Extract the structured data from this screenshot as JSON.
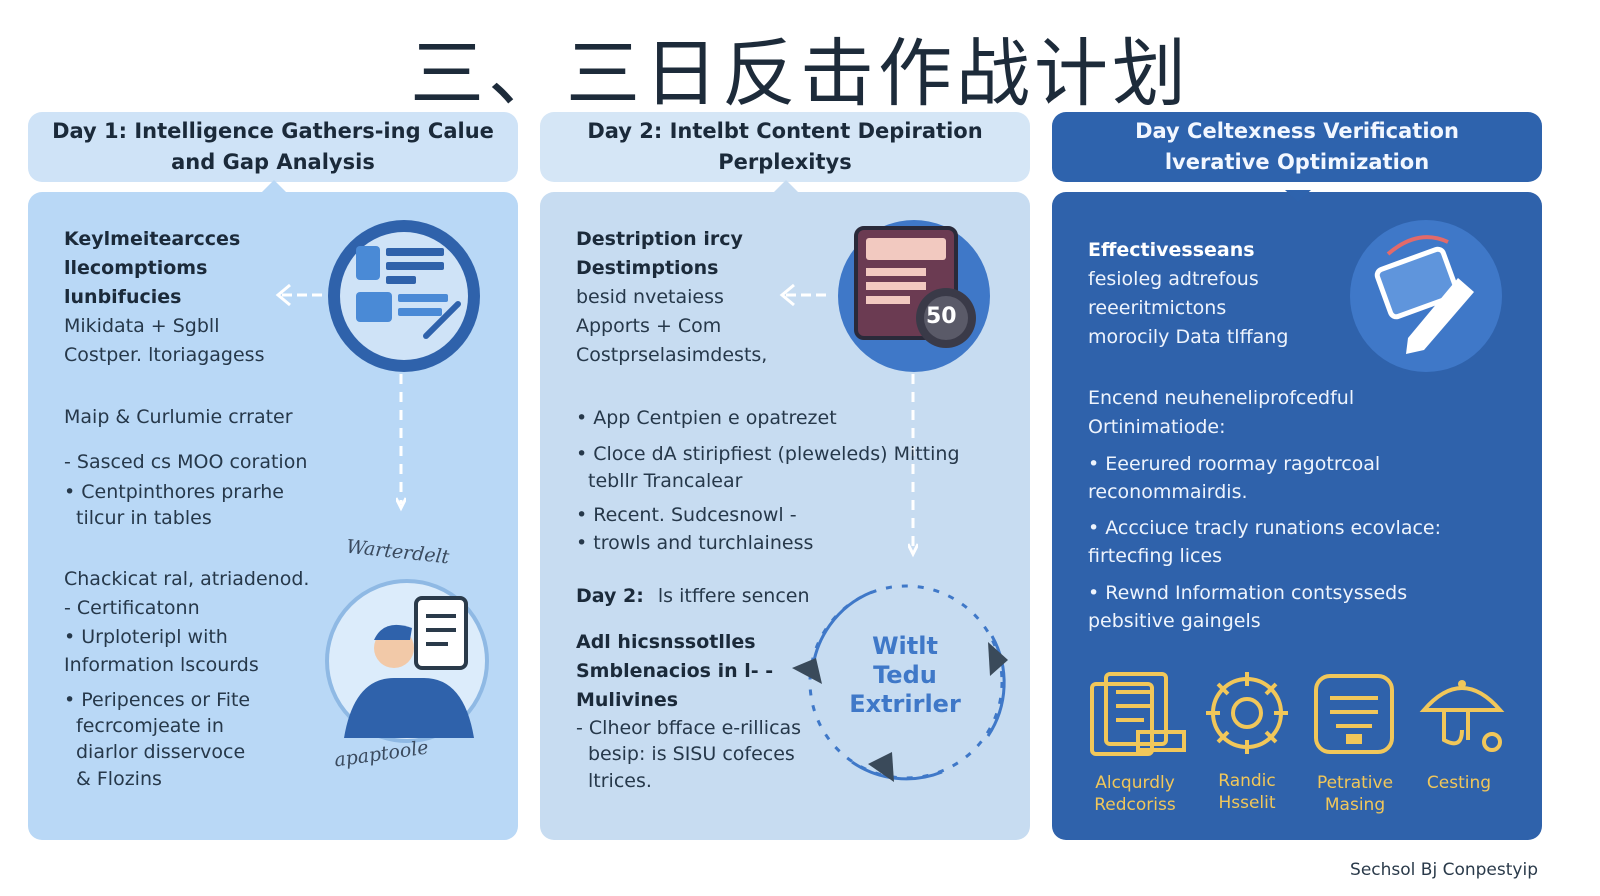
{
  "title": "三、三日反击作战计划",
  "columns": [
    {
      "header_line1": "Day 1: Intelligence Gathers-ing Calue",
      "header_line2": "and Gap Analysis",
      "block1": [
        "Keylmeitearcces",
        "llecomptioms",
        "lunbifucies"
      ],
      "block1_sub": [
        "Mikidata + Sgbll",
        "Costper. ltoriagagess"
      ],
      "block2_title": "Maip & Curlumie crrater",
      "block2_items": [
        "- Sasced cs MOO  coration",
        "• Centpinthores prarhe",
        "tilcur in tables"
      ],
      "handwriting_top": "Warterdelt",
      "block3_title": "Chackicat ral, atriadenod.",
      "block3_items": [
        "- Certificatonn",
        "• Urploteripl with",
        "Information lscourds",
        "• Peripences or Fite",
        "fecrcomjeate in",
        "diarlor disservoce",
        "& Flozins"
      ],
      "handwriting_bottom": "apaptoole"
    },
    {
      "header_line1": "Day 2: Intelbt Content Depiration",
      "header_line2": "Perplexitys",
      "block1": [
        "Destription ircy",
        "Destimptions"
      ],
      "block1_sub": [
        "besid nvetaiess",
        "Apports + Com",
        "Costprselasimdests,"
      ],
      "badge": "50",
      "block2_items": [
        "• App Centpien e opatrezet",
        "• Cloce dA stiripfiest (pleweleds) Mitting",
        "tebllr Trancalear",
        "• Recent. Sudcesnowl -",
        "• trowls and turchlainess"
      ],
      "day_label": "Day 2:",
      "day_text": "ls itffere sencen",
      "block3_title": [
        "Adl hicsnssotlles",
        "Smblenacios in l- -",
        "Mulivines"
      ],
      "block3_items": [
        "- Clheor bfface e-rillicas",
        "besip: is SISU cofeces",
        "ltrices."
      ],
      "cycle_text": [
        "Witlt",
        "Tedu",
        "Extrirler"
      ]
    },
    {
      "header_line1": "Day Celtexness Verification",
      "header_line2": "lverative Optimization",
      "block1_title": "Effectivesseans",
      "block1_items": [
        "fesioleg adtrefous",
        "reeeritmictons",
        "morocily Data tlffang"
      ],
      "block2_title": [
        "Encend neuheneliprofcedful",
        "Ortinimatiode:"
      ],
      "block2_items": [
        "• Eeerured roormay ragotrcoal",
        "reconommairdis.",
        "• Accciuce tracly runations ecovlace:",
        "firtecfing lices",
        "• Rewnd Information contsysseds",
        "pebsitive gaingels"
      ],
      "icons": [
        {
          "icon": "documents-icon",
          "label": [
            "Alcqurdly",
            "Redcoriss"
          ]
        },
        {
          "icon": "gear-ring-icon",
          "label": [
            "Randic",
            "Hsselit"
          ]
        },
        {
          "icon": "report-icon",
          "label": [
            "Petrative",
            "Masing"
          ]
        },
        {
          "icon": "lamp-icon",
          "label": [
            "Cesting",
            ""
          ]
        }
      ]
    }
  ],
  "footer": "Sechsol Bj Conpestyip",
  "colors": {
    "light_panel": "#b9d8f6",
    "mid_panel": "#c7dcf1",
    "dark_panel": "#2f62ab",
    "accent_gold": "#f1c75a"
  }
}
